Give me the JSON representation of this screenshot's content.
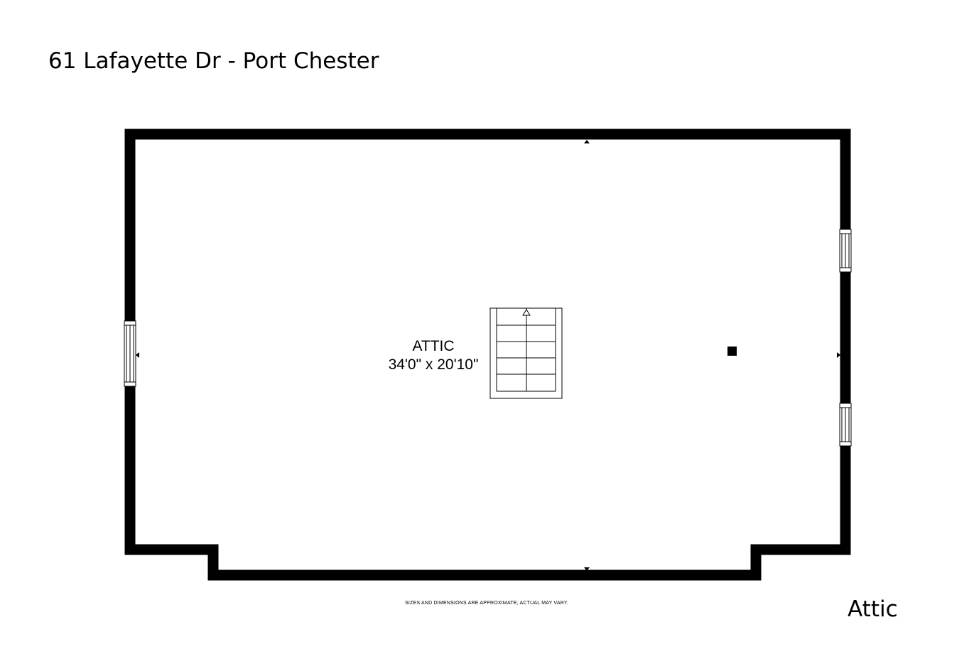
{
  "header": {
    "title": "61 Lafayette Dr - Port Chester"
  },
  "room": {
    "name": "ATTIC",
    "dimensions": "34'0\" x 20'10\""
  },
  "footer": {
    "disclaimer": "SIZES AND DIMENSIONS ARE APPROXIMATE, ACTUAL MAY VARY.",
    "floor_label": "Attic"
  },
  "colors": {
    "wall": "#000000",
    "background": "#ffffff"
  }
}
